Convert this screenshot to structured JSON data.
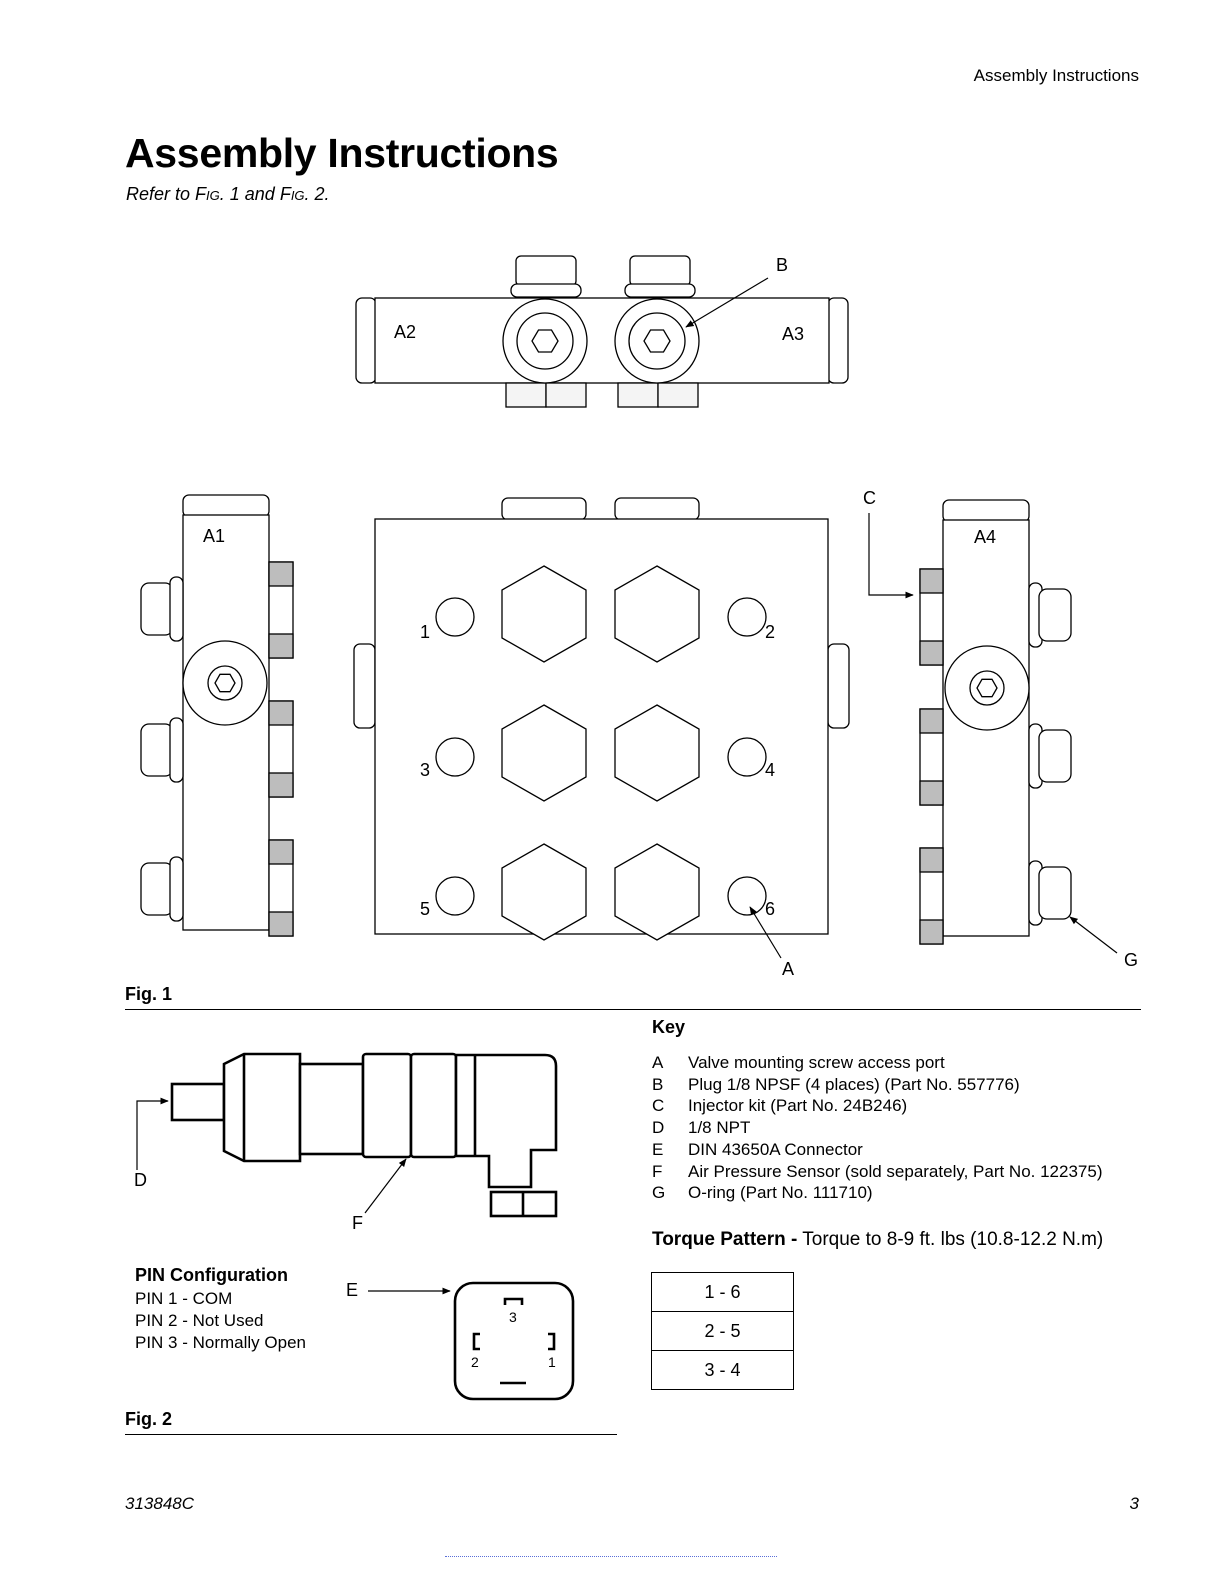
{
  "running_head": "Assembly Instructions",
  "title": "Assembly Instructions",
  "intro": {
    "prefix": "Refer to F",
    "fig1_sc": "IG",
    "mid": ". 1 and F",
    "fig2_sc": "IG",
    "suffix": ". 2."
  },
  "fig1": {
    "caption": "Fig. 1",
    "callouts": {
      "A1": "A1",
      "A2": "A2",
      "A3": "A3",
      "A4": "A4",
      "A": "A",
      "B": "B",
      "C": "C",
      "G": "G"
    },
    "ports": [
      "1",
      "2",
      "3",
      "4",
      "5",
      "6"
    ]
  },
  "fig2": {
    "caption": "Fig. 2",
    "callouts": {
      "D": "D",
      "E": "E",
      "F": "F"
    },
    "connector_pins": [
      "3",
      "2",
      "1"
    ],
    "pin_config": {
      "title": "PIN Configuration",
      "pins": [
        "PIN 1 - COM",
        "PIN 2 - Not Used",
        "PIN 3 - Normally Open"
      ]
    }
  },
  "key": {
    "title": "Key",
    "items": [
      {
        "letter": "A",
        "text": "Valve mounting screw access port"
      },
      {
        "letter": "B",
        "text": "Plug 1/8 NPSF (4 places) (Part No. 557776)"
      },
      {
        "letter": "C",
        "text": "Injector kit (Part No. 24B246)"
      },
      {
        "letter": "D",
        "text": "1/8 NPT"
      },
      {
        "letter": "E",
        "text": "DIN 43650A Connector"
      },
      {
        "letter": "F",
        "text": "Air Pressure Sensor (sold separately, Part No. 122375)"
      },
      {
        "letter": "G",
        "text": "O-ring (Part No. 111710)"
      }
    ]
  },
  "torque": {
    "label": "Torque Pattern -",
    "text": " Torque to 8-9 ft. lbs (10.8-12.2 N.m)"
  },
  "torque_sequence": [
    "1 - 6",
    "2 - 5",
    "3 - 4"
  ],
  "footer": {
    "doc_number": "313848C",
    "page_number": "3"
  }
}
